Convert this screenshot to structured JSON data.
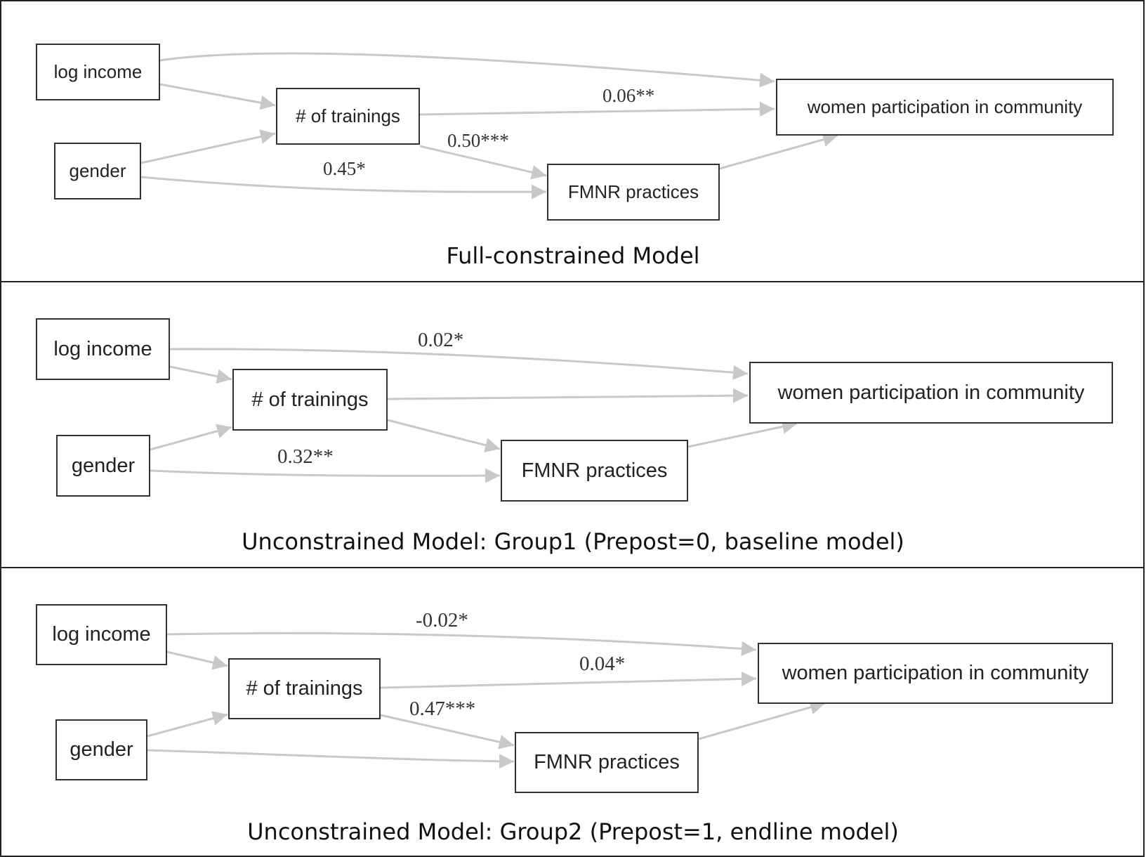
{
  "panels": [
    {
      "caption": "Full-constrained Model",
      "nodes": {
        "log_income": "log income",
        "trainings": "# of trainings",
        "gender": "gender",
        "fmnr": "FMNR practices",
        "women": "women participation in community"
      },
      "coefficients": {
        "trainings_to_women": "0.06**",
        "trainings_to_fmnr": "0.50***",
        "gender_to_fmnr": "0.45*"
      }
    },
    {
      "caption": "Unconstrained Model: Group1 (Prepost=0, baseline model)",
      "nodes": {
        "log_income": "log income",
        "trainings": "# of trainings",
        "gender": "gender",
        "fmnr": "FMNR practices",
        "women": "women participation in community"
      },
      "coefficients": {
        "log_income_to_women": "0.02*",
        "gender_to_fmnr": "0.32**"
      }
    },
    {
      "caption": "Unconstrained Model: Group2 (Prepost=1, endline model)",
      "nodes": {
        "log_income": "log income",
        "trainings": "# of trainings",
        "gender": "gender",
        "fmnr": "FMNR practices",
        "women": "women participation in community"
      },
      "coefficients": {
        "log_income_to_women": "-0.02*",
        "trainings_to_women": "0.04*",
        "trainings_to_fmnr": "0.47***"
      }
    }
  ],
  "colors": {
    "edge": "#c8c8c8",
    "border": "#333333"
  }
}
